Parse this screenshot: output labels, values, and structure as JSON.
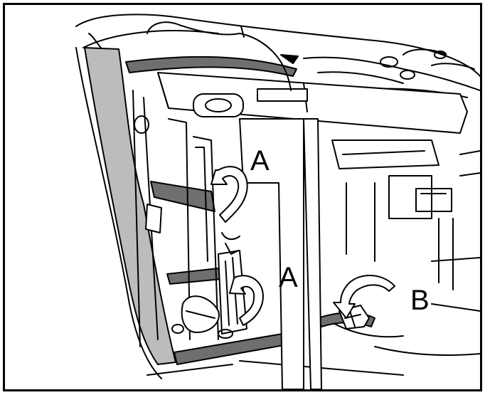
{
  "diagram": {
    "labels": {
      "a_upper": "A",
      "a_lower": "A",
      "b": "B"
    },
    "colors": {
      "line": "#000000",
      "gray_fill": "#bcbcbc",
      "dark_fill": "#6f6f6f",
      "background": "#ffffff"
    }
  }
}
